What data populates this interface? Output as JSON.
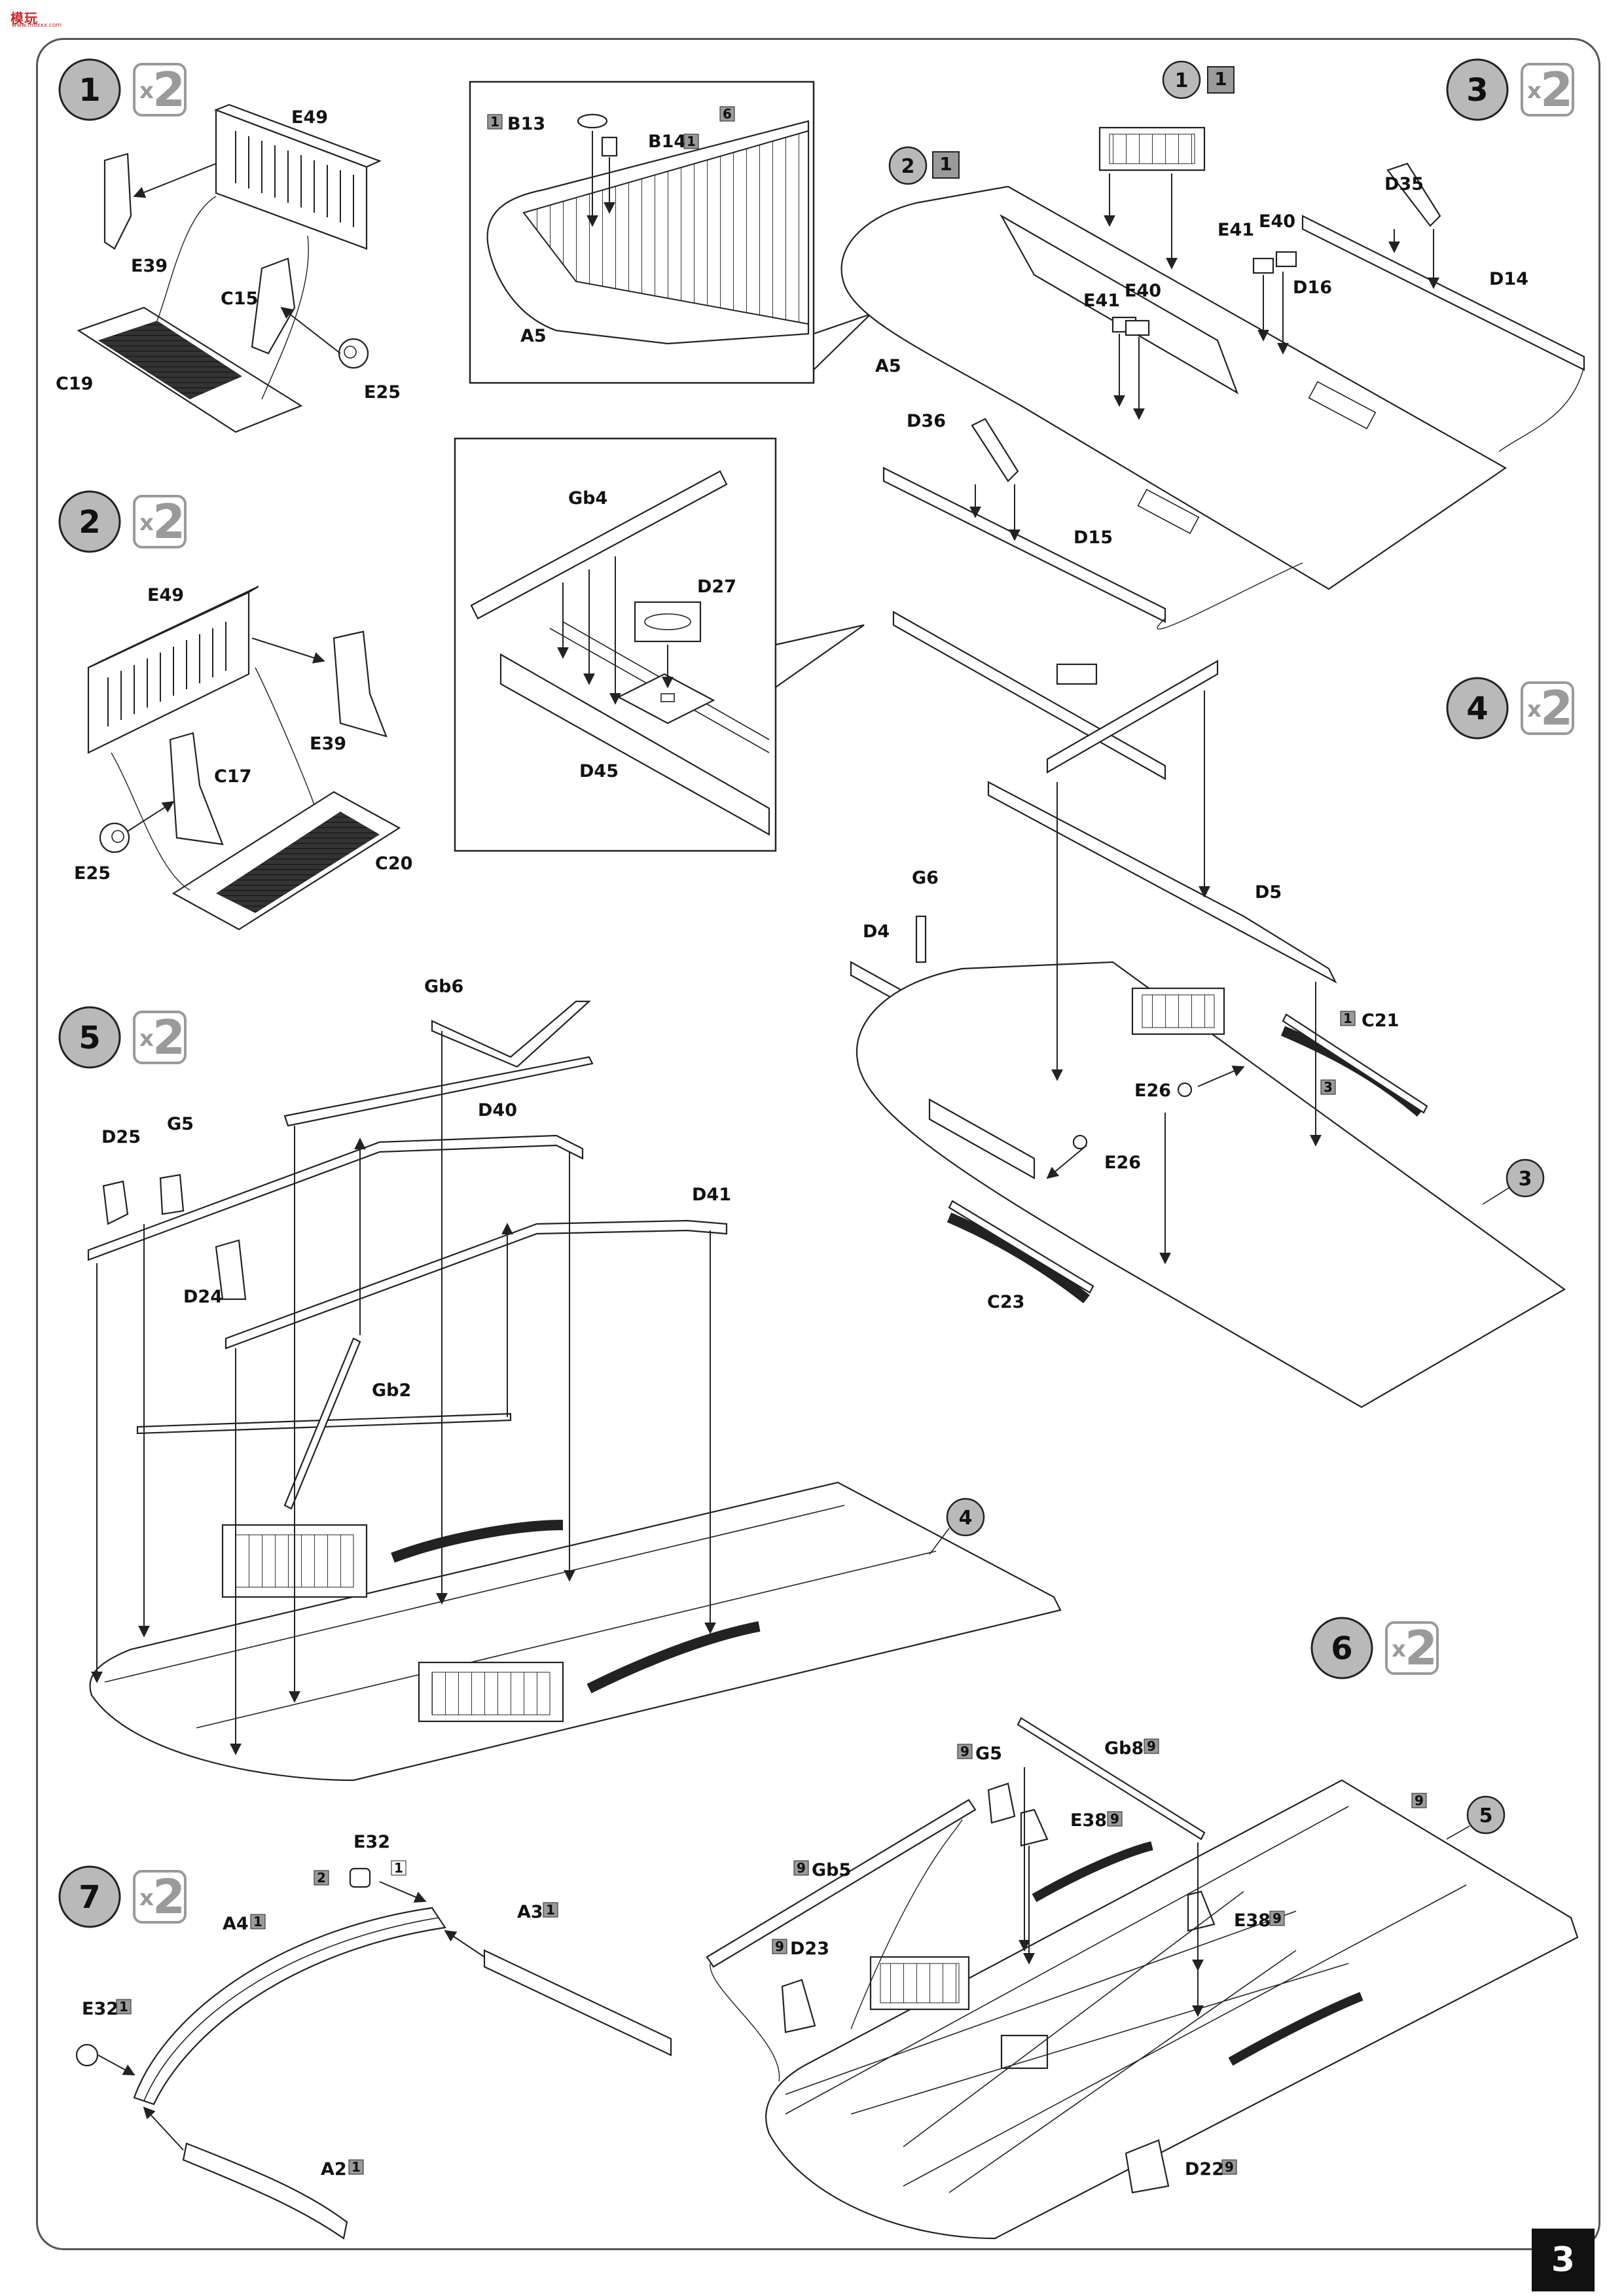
{
  "logo": {
    "text": "模玩",
    "sub": "www.moxxx.com"
  },
  "page_number": "3",
  "multiplier": {
    "x": "x",
    "n": "2"
  },
  "steps": [
    {
      "num": "1",
      "count": "2"
    },
    {
      "num": "2",
      "count": "2"
    },
    {
      "num": "3",
      "count": "2"
    },
    {
      "num": "4",
      "count": "2"
    },
    {
      "num": "5",
      "count": "2"
    },
    {
      "num": "6",
      "count": "2"
    },
    {
      "num": "7",
      "count": "2"
    }
  ],
  "labels": {
    "s1": [
      "E49",
      "E39",
      "C15",
      "C19",
      "E25"
    ],
    "s2": [
      "E49",
      "E39",
      "C17",
      "E25",
      "C20"
    ],
    "detailA": [
      "B13",
      "B14",
      "A5"
    ],
    "detailB": [
      "Gb4",
      "D27",
      "D45"
    ],
    "s3": [
      "E41",
      "E40",
      "E41",
      "E40",
      "D16",
      "D35",
      "D14",
      "A5",
      "D36",
      "D15"
    ],
    "s4": [
      "G6",
      "D4",
      "D5",
      "C21",
      "E26",
      "E26",
      "C23"
    ],
    "s5": [
      "Gb6",
      "D40",
      "D25",
      "G5",
      "D41",
      "D24",
      "Gb2"
    ],
    "s6": [
      "G5",
      "Gb8",
      "E38",
      "Gb5",
      "E38",
      "D23",
      "D22"
    ],
    "s7": [
      "E32",
      "A4",
      "A3",
      "E32",
      "A2"
    ]
  },
  "tags": {
    "t1": "1",
    "t2": "1",
    "t6": "6",
    "t3": "3",
    "t9": "9",
    "t2b": "2"
  },
  "ref_circles": {
    "c1": "1",
    "c2": "2",
    "c3": "3",
    "c4": "4",
    "c5": "5"
  }
}
